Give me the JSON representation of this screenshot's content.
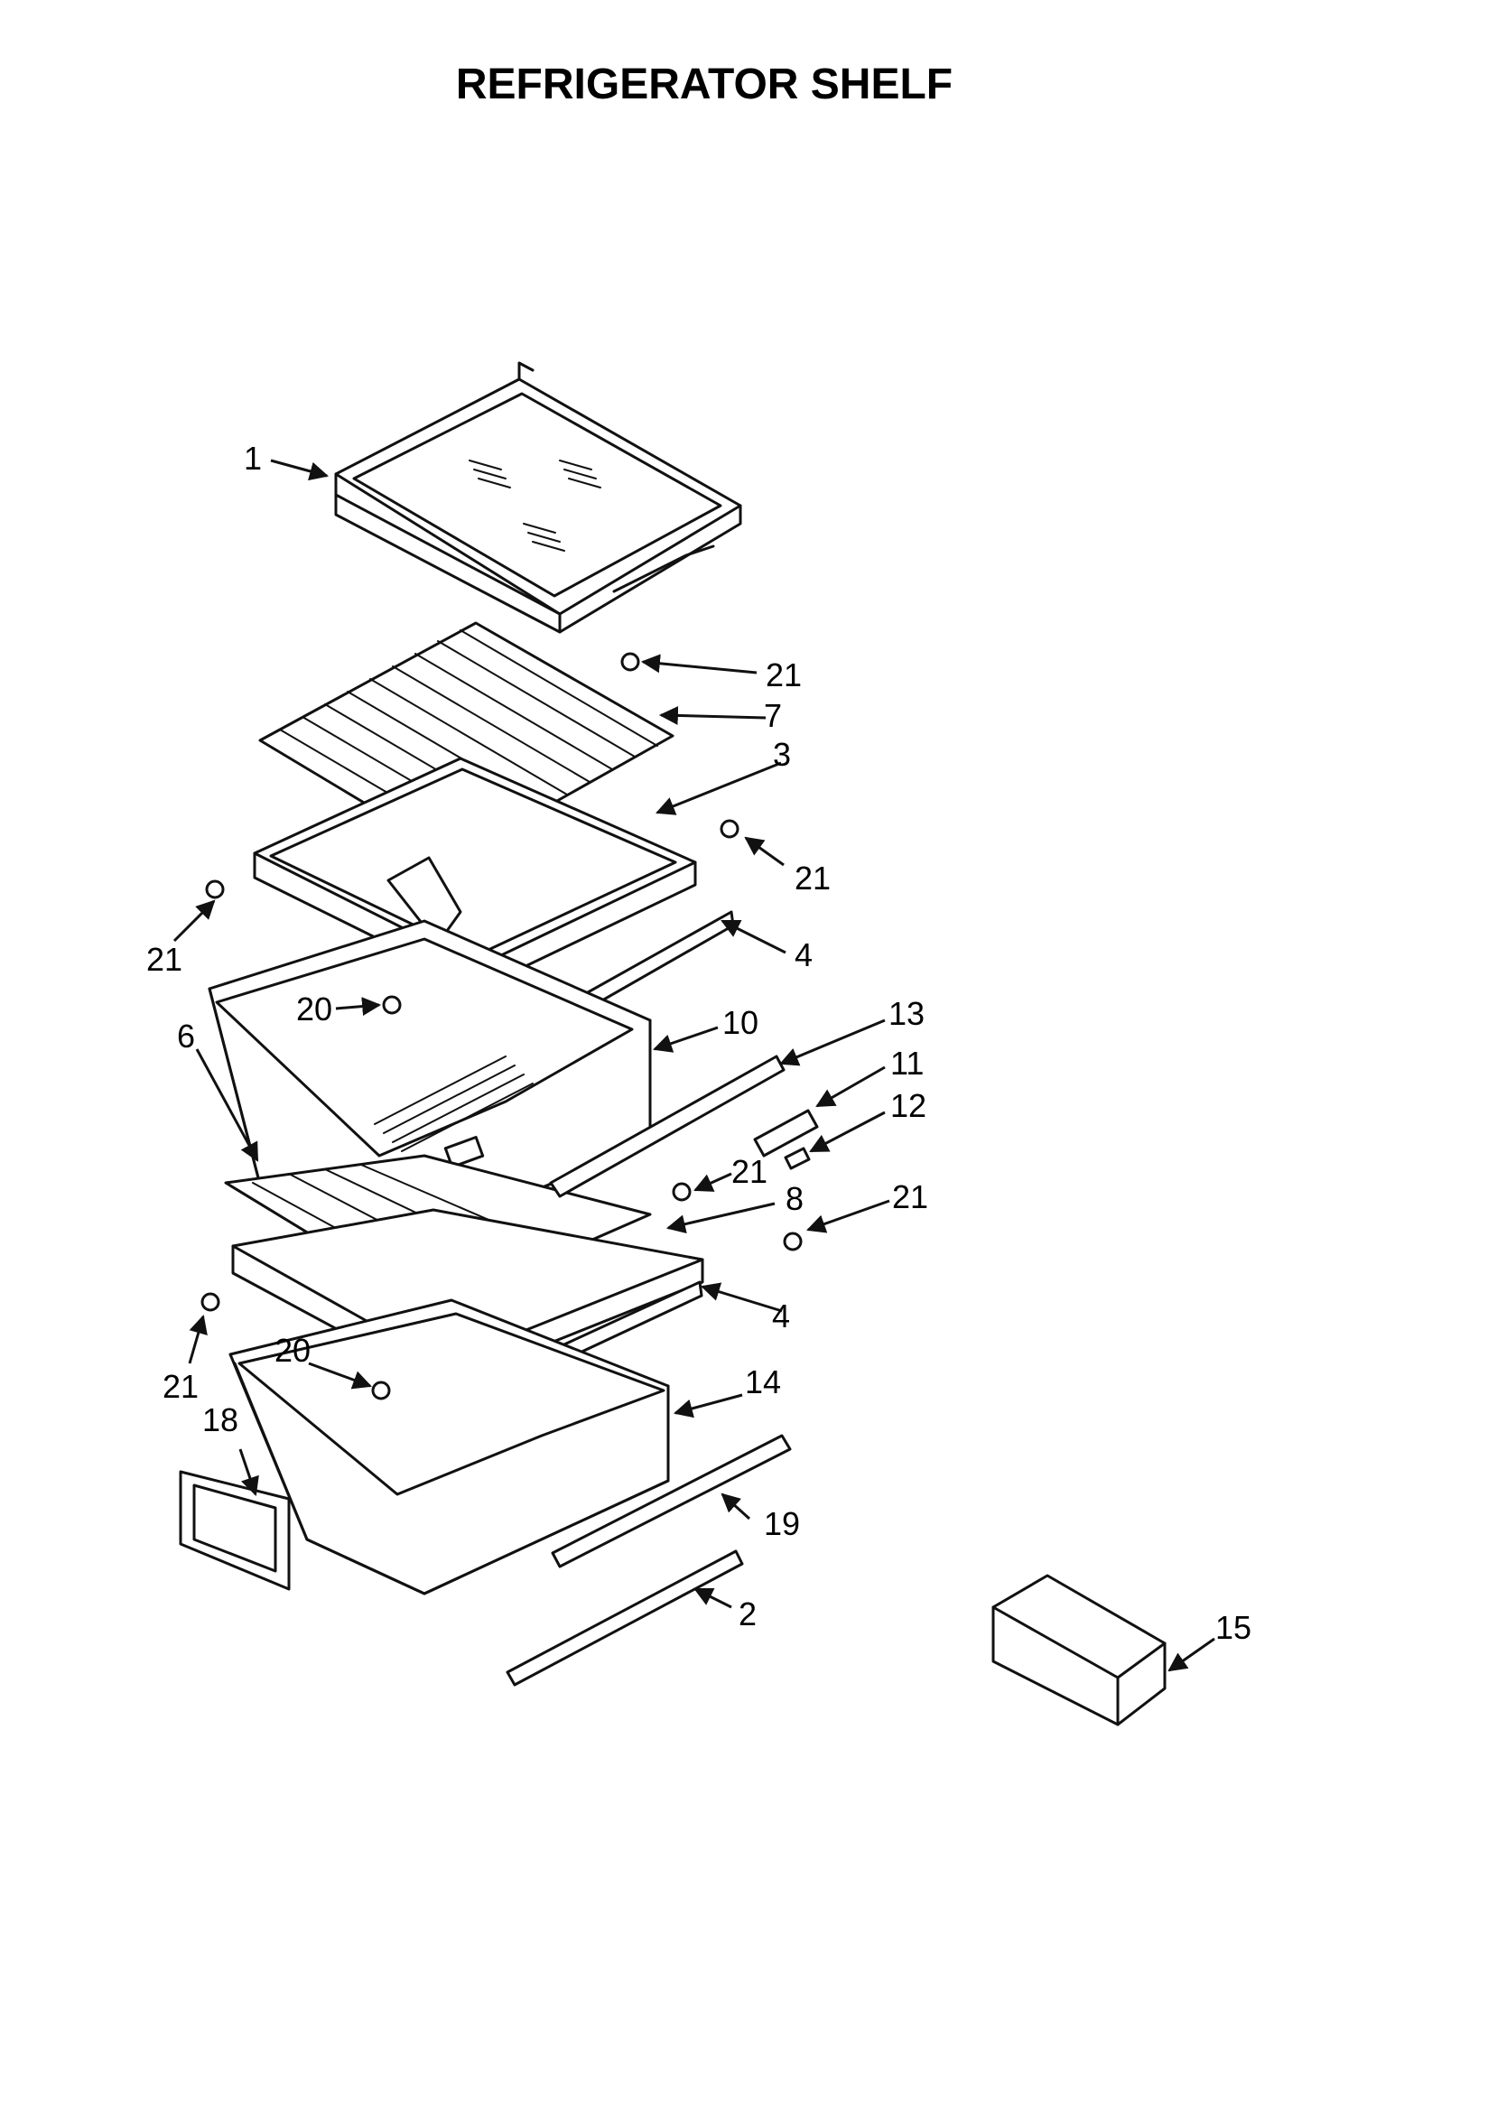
{
  "title": "REFRIGERATOR SHELF",
  "callouts": [
    {
      "id": "c1",
      "text": "1"
    },
    {
      "id": "c21a",
      "text": "21"
    },
    {
      "id": "c7",
      "text": "7"
    },
    {
      "id": "c3",
      "text": "3"
    },
    {
      "id": "c21b",
      "text": "21"
    },
    {
      "id": "c21c",
      "text": "21"
    },
    {
      "id": "c4a",
      "text": "4"
    },
    {
      "id": "c20a",
      "text": "20"
    },
    {
      "id": "c10",
      "text": "10"
    },
    {
      "id": "c13",
      "text": "13"
    },
    {
      "id": "c6",
      "text": "6"
    },
    {
      "id": "c11",
      "text": "11"
    },
    {
      "id": "c12",
      "text": "12"
    },
    {
      "id": "c21d",
      "text": "21"
    },
    {
      "id": "c8",
      "text": "8"
    },
    {
      "id": "c21e",
      "text": "21"
    },
    {
      "id": "c4b",
      "text": "4"
    },
    {
      "id": "c20b",
      "text": "20"
    },
    {
      "id": "c21f",
      "text": "21"
    },
    {
      "id": "c14",
      "text": "14"
    },
    {
      "id": "c18",
      "text": "18"
    },
    {
      "id": "c19",
      "text": "19"
    },
    {
      "id": "c2",
      "text": "2"
    },
    {
      "id": "c15",
      "text": "15"
    }
  ]
}
